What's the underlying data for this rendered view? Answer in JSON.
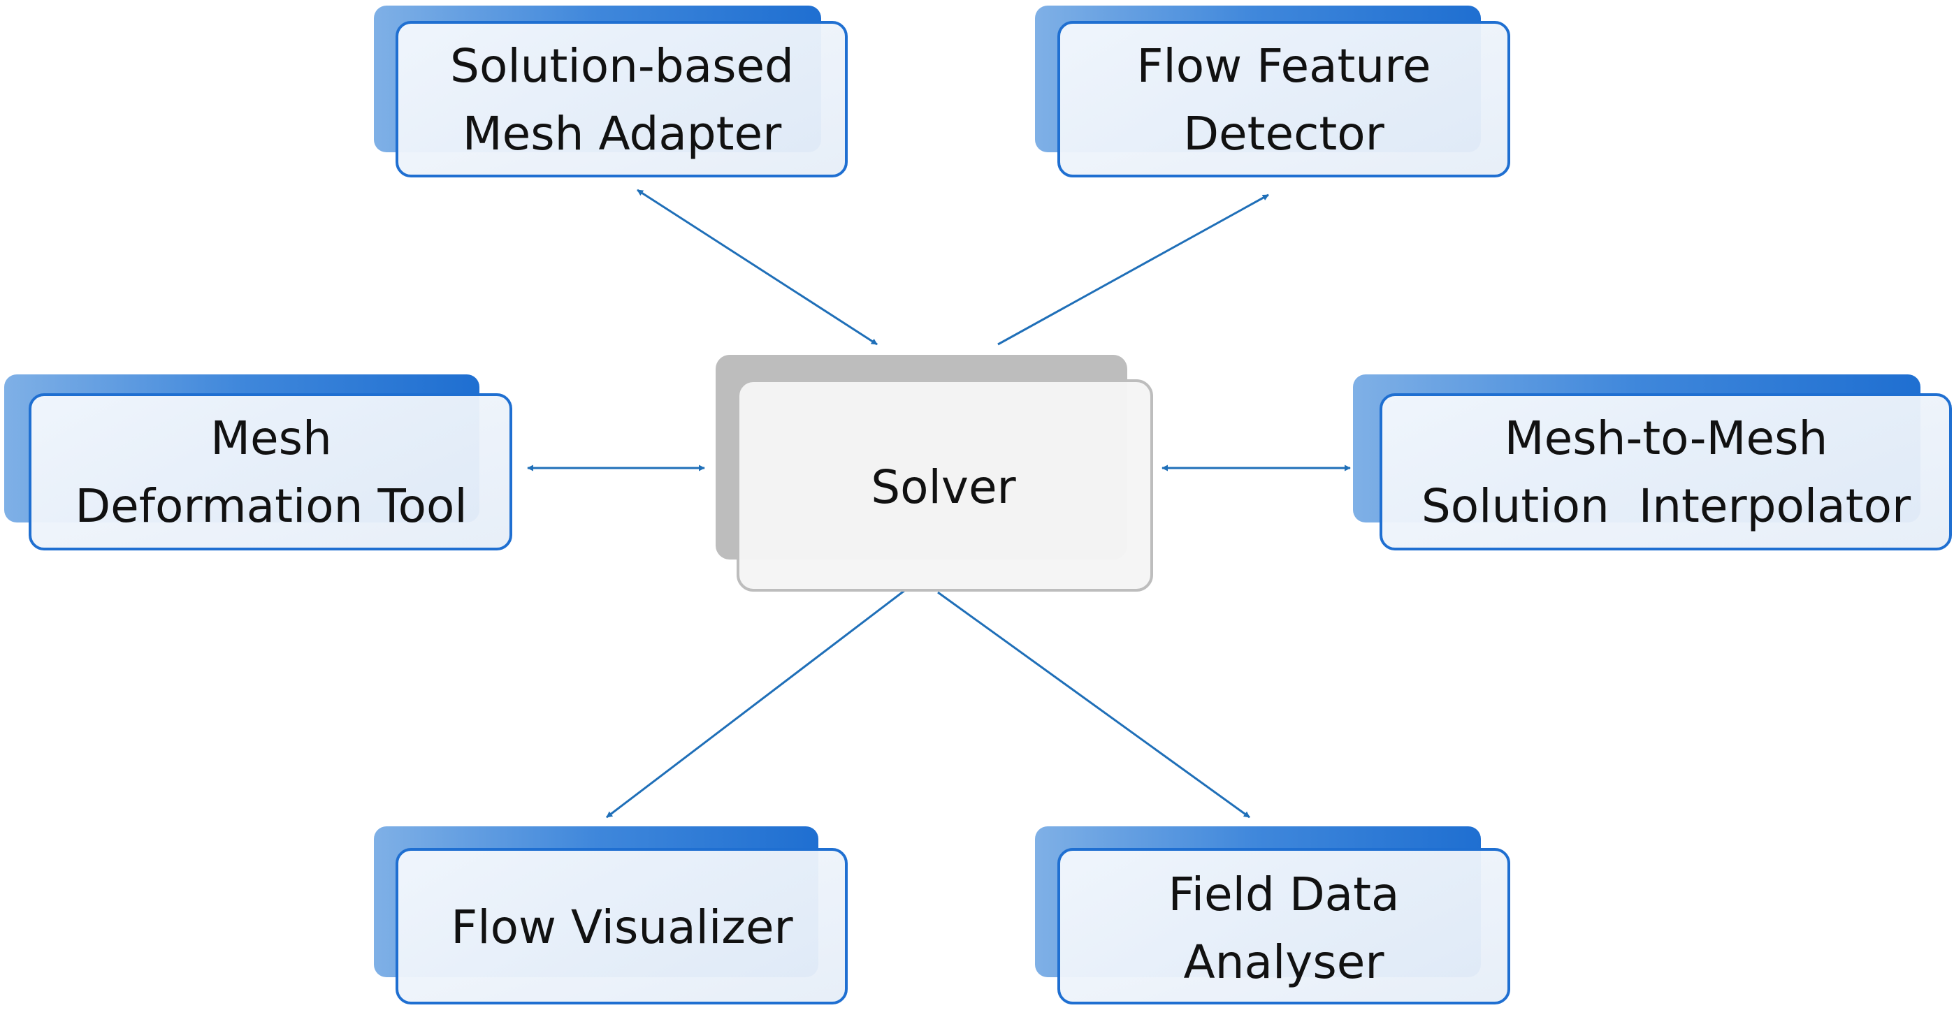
{
  "colors": {
    "accent": "#1f6fd1",
    "arrow": "#1f6fb8",
    "box_border": "#1f6fd1",
    "box_fill": "#edf3fb",
    "center_border": "#bdbdbd",
    "center_fill": "#f5f5f5",
    "center_shadow": "#bdbdbd"
  },
  "nodes": {
    "mesh_adapter": {
      "lines": [
        "Solution-based",
        "Mesh Adapter"
      ]
    },
    "feature_detector": {
      "lines": [
        "Flow Feature",
        "Detector"
      ]
    },
    "deformation_tool": {
      "lines": [
        "Mesh",
        "Deformation Tool"
      ]
    },
    "solver": {
      "lines": [
        "Solver"
      ]
    },
    "interpolator": {
      "lines": [
        "Mesh-to-Mesh",
        "Solution  Interpolator"
      ]
    },
    "visualizer": {
      "lines": [
        "Flow Visualizer"
      ]
    },
    "field_analyser": {
      "lines": [
        "Field Data",
        "Analyser"
      ]
    }
  },
  "connections": [
    {
      "from": "solver",
      "to": "mesh_adapter",
      "direction": "both"
    },
    {
      "from": "solver",
      "to": "feature_detector",
      "direction": "forward"
    },
    {
      "from": "solver",
      "to": "deformation_tool",
      "direction": "both"
    },
    {
      "from": "solver",
      "to": "interpolator",
      "direction": "both"
    },
    {
      "from": "solver",
      "to": "visualizer",
      "direction": "forward"
    },
    {
      "from": "solver",
      "to": "field_analyser",
      "direction": "forward"
    }
  ]
}
